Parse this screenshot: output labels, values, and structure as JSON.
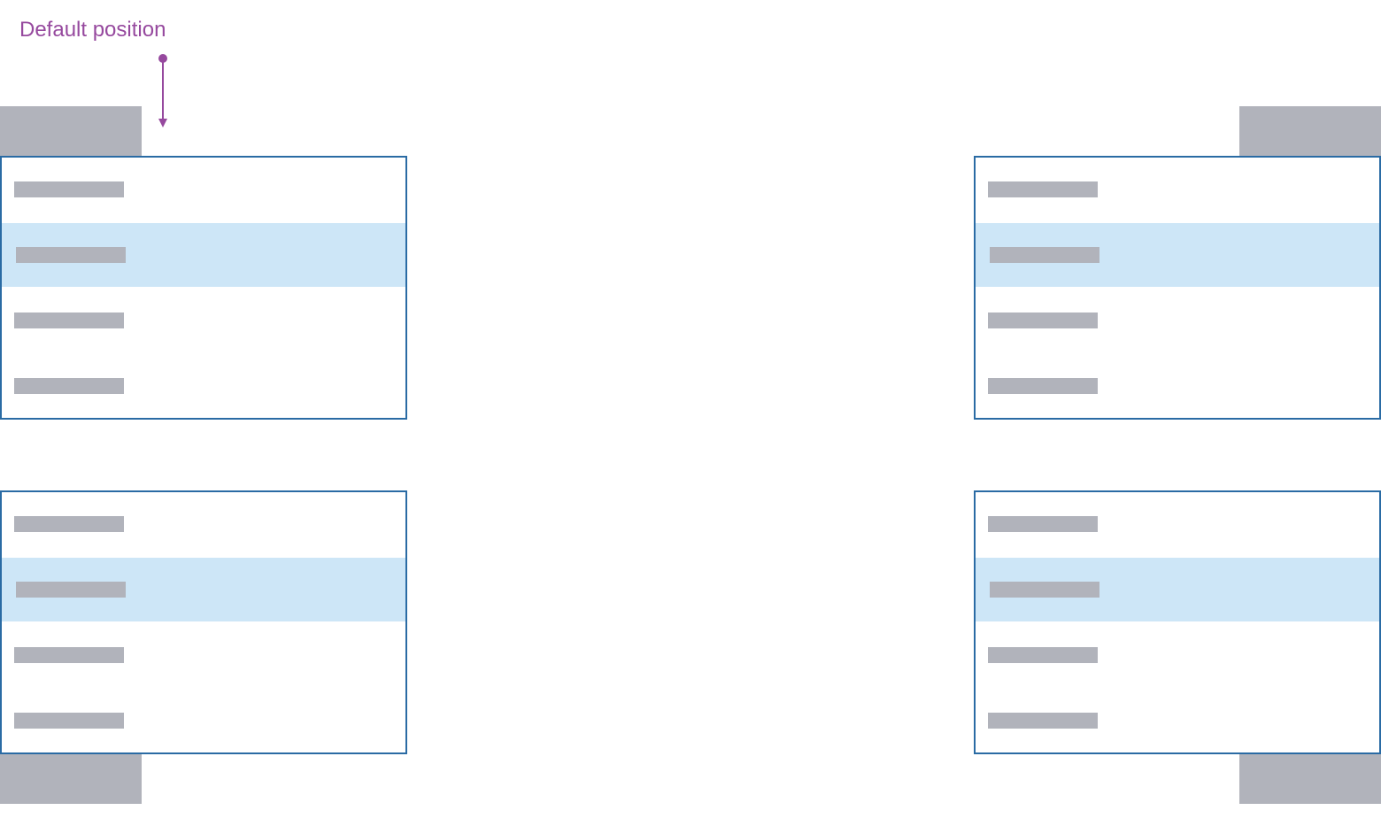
{
  "annotation": {
    "label": "Default position",
    "color": "#96499e"
  },
  "colors": {
    "trigger_fill": "#b1b3bb",
    "menu_border": "#2a6ba4",
    "highlight_fill": "#cde6f7",
    "placeholder_fill": "#b1b3bb"
  },
  "menus": [
    {
      "id": "top-left",
      "trigger": "above",
      "items": [
        {
          "highlighted": false
        },
        {
          "highlighted": true
        },
        {
          "highlighted": false
        },
        {
          "highlighted": false
        }
      ]
    },
    {
      "id": "top-right",
      "trigger": "above",
      "items": [
        {
          "highlighted": false
        },
        {
          "highlighted": true
        },
        {
          "highlighted": false
        },
        {
          "highlighted": false
        }
      ]
    },
    {
      "id": "bottom-left",
      "trigger": "below",
      "items": [
        {
          "highlighted": false
        },
        {
          "highlighted": true
        },
        {
          "highlighted": false
        },
        {
          "highlighted": false
        }
      ]
    },
    {
      "id": "bottom-right",
      "trigger": "below",
      "items": [
        {
          "highlighted": false
        },
        {
          "highlighted": true
        },
        {
          "highlighted": false
        },
        {
          "highlighted": false
        }
      ]
    }
  ]
}
